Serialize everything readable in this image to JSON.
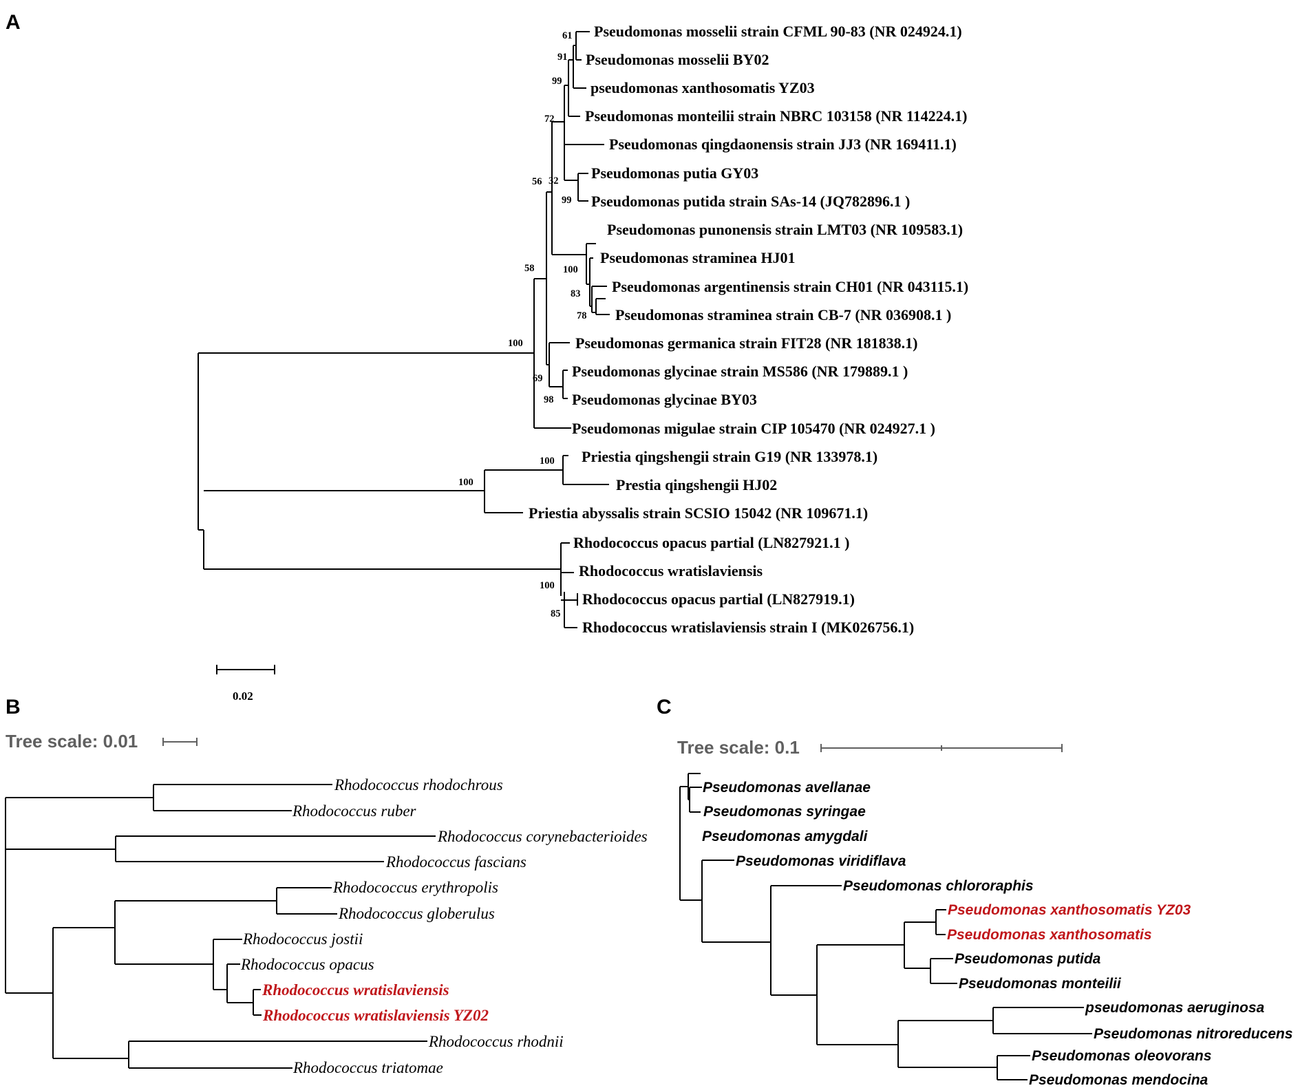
{
  "panels": {
    "A": {
      "letter": "A",
      "leaves": [
        "Pseudomonas mosselii strain CFML 90-83 (NR 024924.1)",
        "Pseudomonas mosselii BY02",
        "pseudomonas xanthosomatis YZ03",
        "Pseudomonas monteilii strain NBRC 103158 (NR 114224.1)",
        "Pseudomonas qingdaonensis strain JJ3 (NR 169411.1)",
        "Pseudomonas putia GY03",
        "Pseudomonas putida strain SAs-14 (JQ782896.1 )",
        "Pseudomonas punonensis strain LMT03 (NR 109583.1)",
        "Pseudomonas straminea HJ01",
        "Pseudomonas argentinensis strain CH01 (NR 043115.1)",
        "Pseudomonas straminea strain CB-7 (NR 036908.1 )",
        "Pseudomonas germanica strain FIT28 (NR 181838.1)",
        "Pseudomonas glycinae strain MS586 (NR 179889.1 )",
        "Pseudomonas glycinae BY03",
        "Pseudomonas migulae strain CIP 105470 (NR 024927.1 )",
        "Priestia qingshengii strain G19 (NR 133978.1)",
        "Prestia qingshengii HJ02",
        "Priestia abyssalis strain SCSIO 15042 (NR 109671.1)",
        "Rhodococcus opacus partial (LN827921.1 )",
        "Rhodococcus wratislaviensis",
        "Rhodococcus opacus partial (LN827919.1)",
        "Rhodococcus wratislaviensis strain I (MK026756.1)"
      ],
      "bootstrap": [
        "61",
        "91",
        "99",
        "72",
        "32",
        "99",
        "56",
        "100",
        "83",
        "78",
        "58",
        "100",
        "69",
        "98",
        "100",
        "100",
        "100",
        "85"
      ],
      "scale_label": "0.02"
    },
    "B": {
      "letter": "B",
      "tree_scale": "Tree scale: 0.01",
      "leaves": [
        "Rhodococcus rhodochrous",
        "Rhodococcus ruber",
        "Rhodococcus corynebacterioides",
        "Rhodococcus fascians",
        "Rhodococcus erythropolis",
        "Rhodococcus globerulus",
        "Rhodococcus jostii",
        "Rhodococcus opacus",
        "Rhodococcus wratislaviensis",
        "Rhodococcus wratislaviensis YZ02",
        "Rhodococcus rhodnii",
        "Rhodococcus triatomae"
      ]
    },
    "C": {
      "letter": "C",
      "tree_scale": "Tree scale: 0.1",
      "leaves": [
        "Pseudomonas avellanae",
        "Pseudomonas syringae",
        "Pseudomonas amygdali",
        "Pseudomonas viridiflava",
        "Pseudomonas chlororaphis",
        "Pseudomonas xanthosomatis YZ03",
        "Pseudomonas xanthosomatis",
        "Pseudomonas putida",
        "Pseudomonas monteilii",
        "pseudomonas aeruginosa",
        "Pseudomonas nitroreducens",
        "Pseudomonas oleovorans",
        "Pseudomonas mendocina"
      ]
    }
  },
  "colors": {
    "highlight": "#c0171b",
    "scale_gray": "#606060",
    "line": "#000000"
  }
}
